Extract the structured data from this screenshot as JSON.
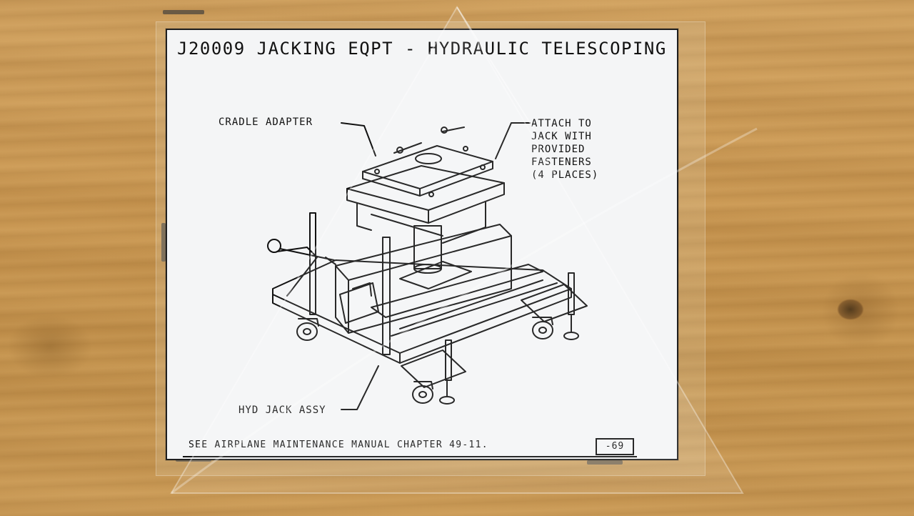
{
  "placard": {
    "title": "J20009 JACKING EQPT - HYDRAULIC TELESCOPING",
    "callouts": {
      "cradle_adapter": "CRADLE ADAPTER",
      "attach": "ATTACH TO\nJACK WITH\nPROVIDED\nFASTENERS\n(4 PLACES)",
      "hyd_jack": "HYD JACK ASSY"
    },
    "footer": "SEE AIRPLANE MAINTENANCE MANUAL CHAPTER 49-11.",
    "page_number": "-69"
  },
  "colors": {
    "wood": "#c99a55",
    "placard_background": "#f4f5f6",
    "ink": "#111111"
  }
}
